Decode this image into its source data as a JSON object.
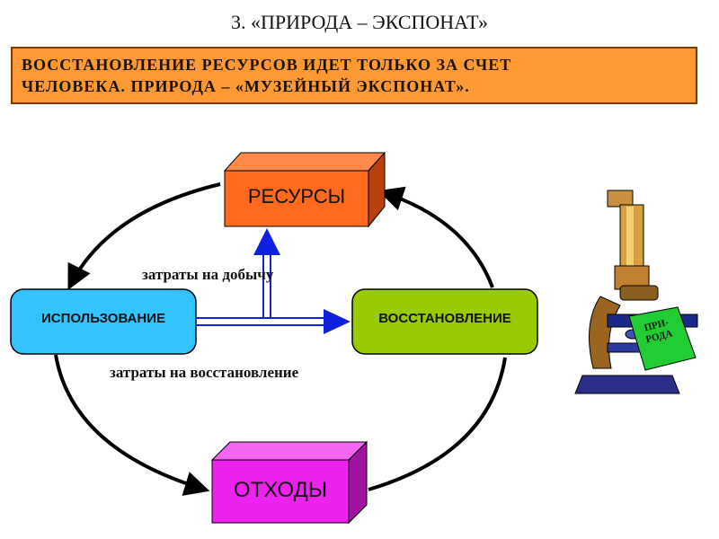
{
  "title": "3. «ПРИРОДА – ЭКСПОНАТ»",
  "banner": {
    "line1": "ВОССТАНОВЛЕНИЕ РЕСУРСОВ ИДЕТ ТОЛЬКО ЗА СЧЕТ",
    "line2": "ЧЕЛОВЕКА. ПРИРОДА – «МУЗЕЙНЫЙ ЭКСПОНАТ»."
  },
  "nodes": {
    "resources": "РЕСУРСЫ",
    "usage": "ИСПОЛЬЗОВАНИЕ",
    "restoration": "ВОССТАНОВЛЕНИЕ",
    "waste": "ОТХОДЫ"
  },
  "labels": {
    "extraction_cost": "затраты на добычу",
    "restoration_cost": "затраты на восстановление"
  },
  "microscope_tag": {
    "line1": "ПРИ-",
    "line2": "РОДА"
  },
  "colors": {
    "banner": "#ff9933",
    "resources": "#ff6a1f",
    "usage": "#33c4ff",
    "restoration": "#99cc00",
    "waste": "#ee22ee",
    "arrow_blue": "#1020e0"
  }
}
